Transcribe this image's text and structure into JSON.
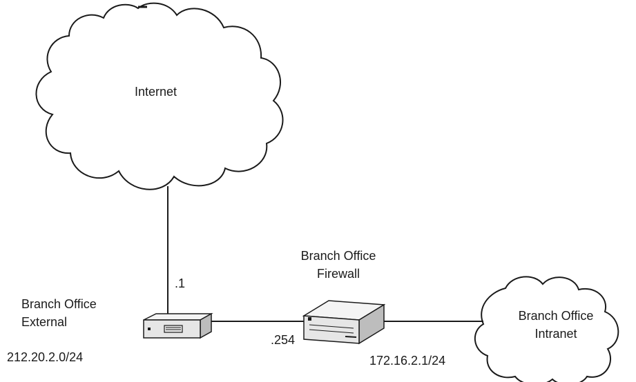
{
  "nodes": {
    "internet": {
      "label": "Internet"
    },
    "external": {
      "label_line1": "Branch Office",
      "label_line2": "External",
      "subnet": "212.20.2.0/24"
    },
    "firewall": {
      "label_line1": "Branch Office",
      "label_line2": "Firewall"
    },
    "intranet": {
      "label_line1": "Branch Office",
      "label_line2": "Intranet",
      "subnet": "172.16.2.1/24"
    }
  },
  "links": {
    "internet_to_external": {
      "host_label": ".1"
    },
    "external_to_firewall": {
      "host_label": ".254"
    }
  },
  "colors": {
    "stroke": "#1a1a1a",
    "device_face": "#e6e6e6",
    "device_top": "#f4f4f4",
    "device_side": "#bdbdbd"
  }
}
